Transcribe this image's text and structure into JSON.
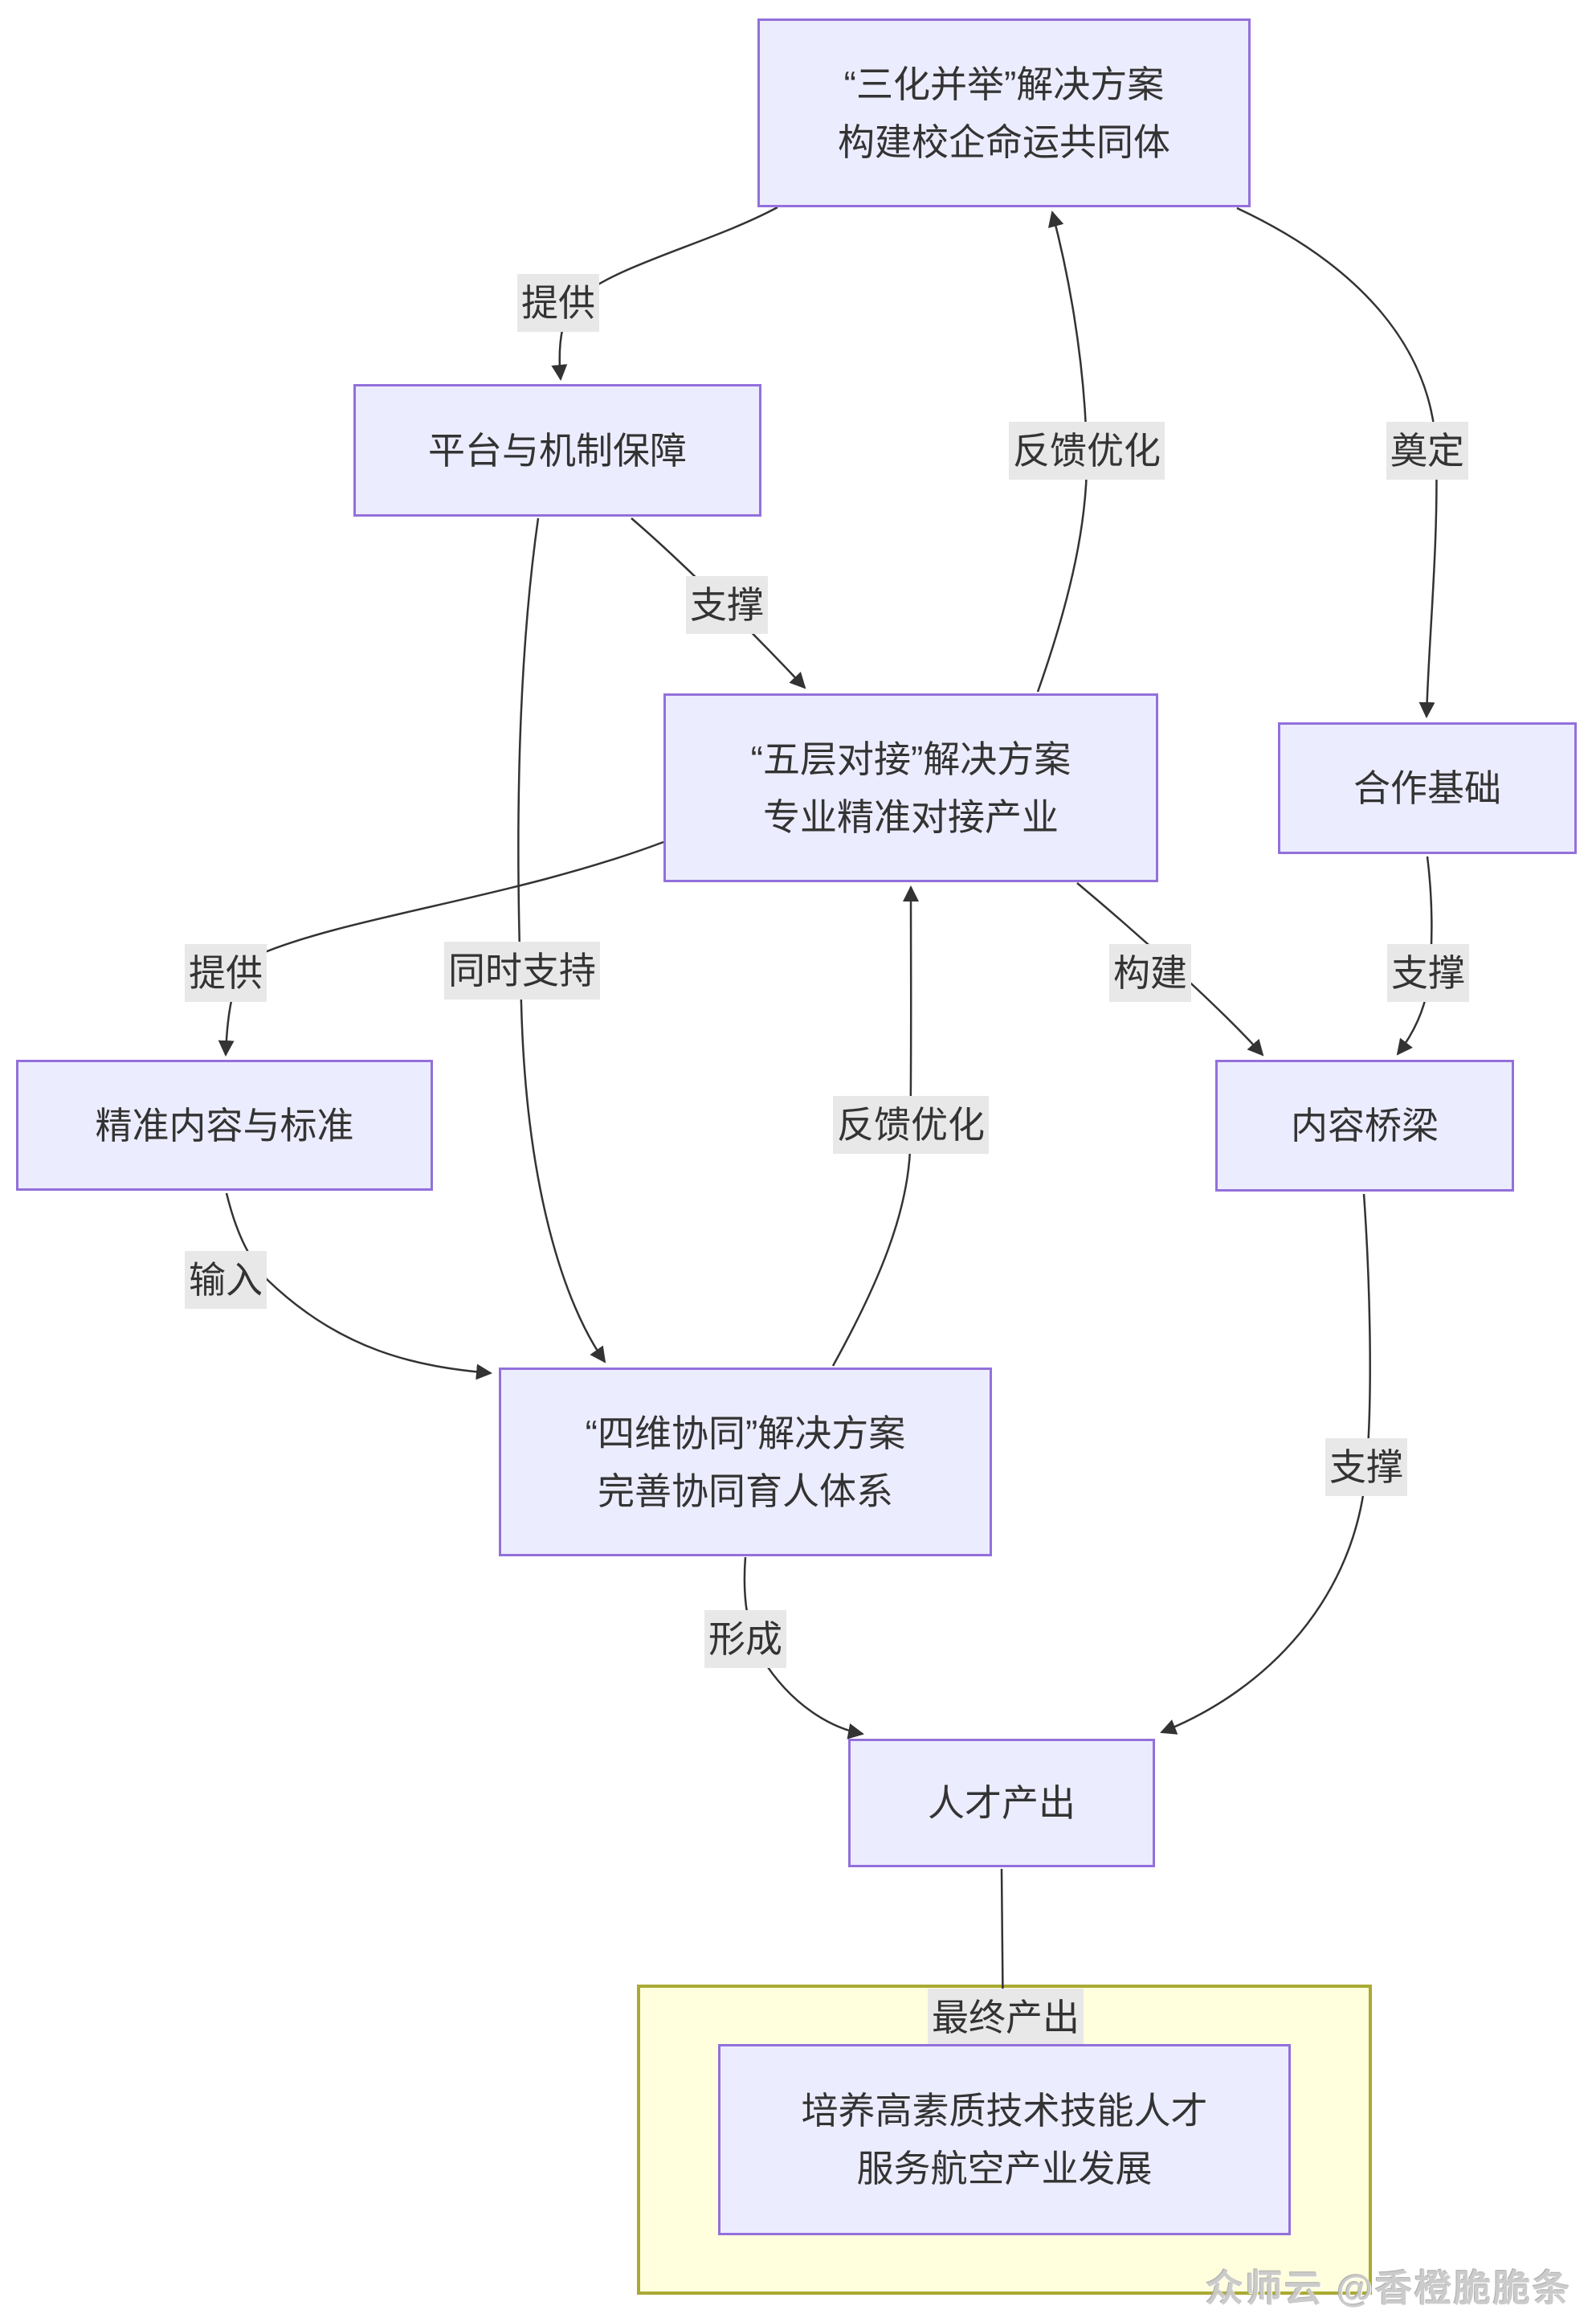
{
  "colors": {
    "node_fill": "#ECECFF",
    "node_border": "#9370DB",
    "edge": "#333333",
    "edge_label_bg": "#e8e8e8",
    "text": "#333333",
    "container_fill": "#ffffde",
    "container_border": "#aaaa33",
    "background": "#ffffff",
    "watermark": "#c9c9c9"
  },
  "nodes": {
    "sanhua": {
      "line1": "“三化并举”解决方案",
      "line2": "构建校企命运共同体"
    },
    "pingtai": {
      "line1": "平台与机制保障"
    },
    "wuceng": {
      "line1": "“五层对接”解决方案",
      "line2": "专业精准对接产业"
    },
    "hezuo": {
      "line1": "合作基础"
    },
    "jingzhun": {
      "line1": "精准内容与标准"
    },
    "qiaoliang": {
      "line1": "内容桥梁"
    },
    "siwei": {
      "line1": "“四维协同”解决方案",
      "line2": "完善协同育人体系"
    },
    "rencai": {
      "line1": "人才产出"
    },
    "peiyang": {
      "line1": "培养高素质技术技能人才",
      "line2": "服务航空产业发展"
    }
  },
  "edge_labels": {
    "tigong_top": "提供",
    "fankui_top": "反馈优化",
    "dianding": "奠定",
    "zhicheng_1": "支撑",
    "tigong_left": "提供",
    "tongshi": "同时支持",
    "goujian": "构建",
    "zhicheng_2": "支撑",
    "fankui_mid": "反馈优化",
    "shuru": "输入",
    "zhicheng_3": "支撑",
    "xingcheng": "形成",
    "zuizhong": "最终产出"
  },
  "watermark": "众师云 @香橙脆脆条"
}
